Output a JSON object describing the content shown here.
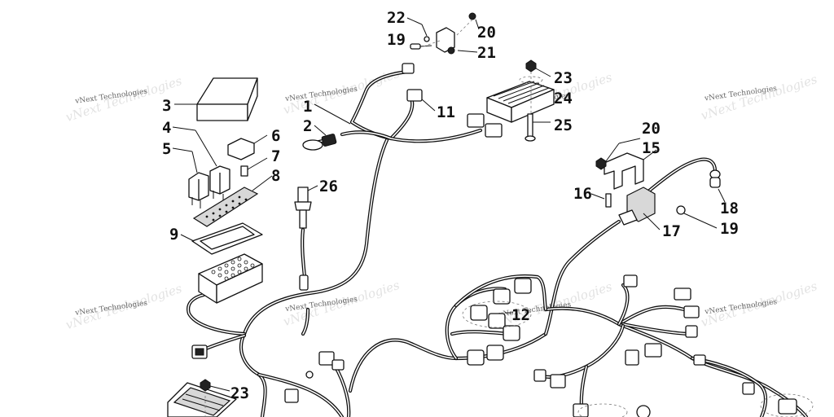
{
  "watermark": {
    "text": "vNext Technologies"
  },
  "callouts": {
    "c1": "1",
    "c2": "2",
    "c3": "3",
    "c4": "4",
    "c5": "5",
    "c6": "6",
    "c7": "7",
    "c8": "8",
    "c9": "9",
    "c11": "11",
    "c12": "12",
    "c15": "15",
    "c16": "16",
    "c17": "17",
    "c18": "18",
    "c19a": "19",
    "c19b": "19",
    "c20a": "20",
    "c20b": "20",
    "c21": "21",
    "c22": "22",
    "c23a": "23",
    "c23b": "23",
    "c24": "24",
    "c25": "25",
    "c26": "26"
  }
}
